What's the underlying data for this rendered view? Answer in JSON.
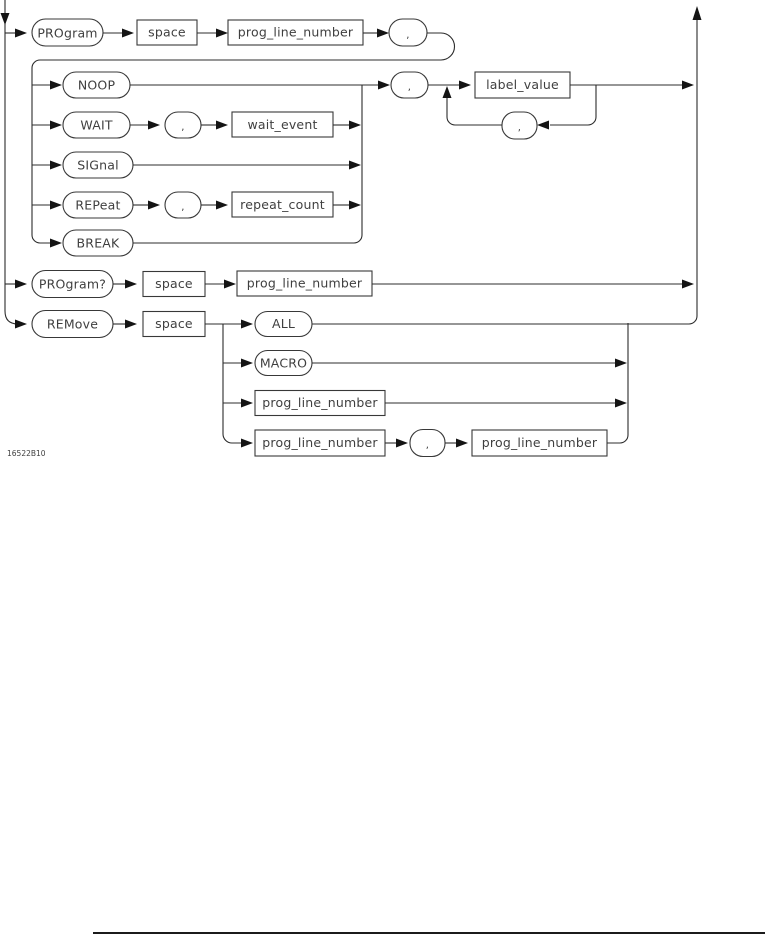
{
  "figure_label": "16522B10",
  "comma": ",",
  "colors": {
    "line": "#2c2c2c",
    "text": "#3f3f3f",
    "arrow": "#141414",
    "background": "#ffffff"
  },
  "nodes": {
    "program": "PROgram",
    "space": "space",
    "prog_line_number": "prog_line_number",
    "noop": "NOOP",
    "wait": "WAIT",
    "wait_event": "wait_event",
    "signal": "SIGnal",
    "repeat": "REPeat",
    "repeat_count": "repeat_count",
    "break": "BREAK",
    "label_value": "label_value",
    "program_query": "PROgram?",
    "remove": "REMove",
    "all": "ALL",
    "macro": "MACRO"
  }
}
